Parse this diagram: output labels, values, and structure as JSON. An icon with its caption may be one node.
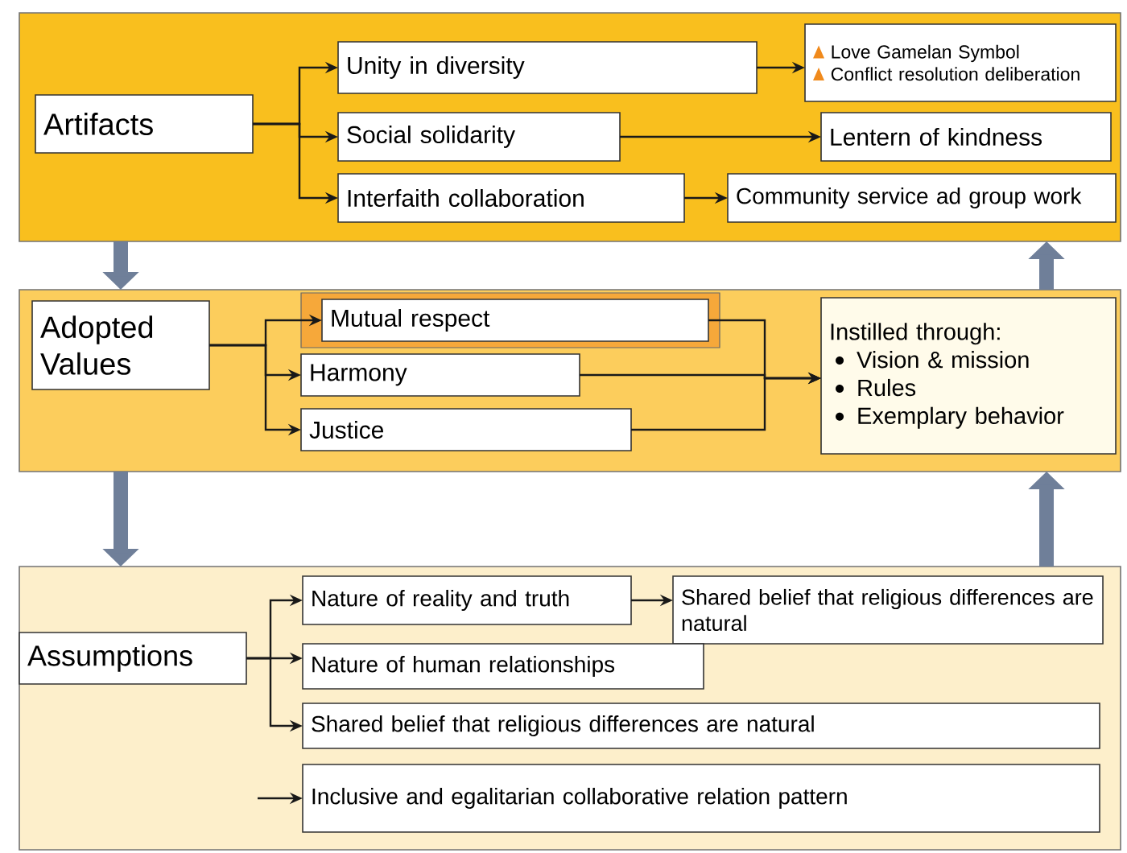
{
  "diagram": {
    "nodes": [
      {
        "text": [],
        "shape": "box"
      },
      {
        "text": [
          "Artifacts"
        ],
        "in": 0
      },
      {
        "text": [
          "Unity in diversity"
        ],
        "in": 0
      },
      {
        "text": [
          "Social solidarity"
        ],
        "in": 0
      },
      {
        "text": [
          "Interfaith collaboration"
        ],
        "in": 0
      },
      {
        "text": [
          "Love Gamelan Symbol",
          "Conflict resolution deliberation"
        ],
        "in": 0
      },
      {
        "text": [
          "Lentern of kindness"
        ],
        "in": 0
      },
      {
        "text": [
          "Community service ad group work"
        ],
        "in": 0
      },
      {
        "text": [],
        "shape": "box"
      },
      {
        "text": [
          "Adopted Values"
        ],
        "in": 8
      },
      {
        "text": [
          "Mutual respect"
        ],
        "in": 8
      },
      {
        "text": [
          "Harmony"
        ],
        "in": 8
      },
      {
        "text": [
          "Justice"
        ],
        "in": 8
      },
      {
        "text": [
          "Instilled through:",
          "Vision & mission",
          "Rules",
          "Exemplary behavior"
        ],
        "in": 8
      },
      {
        "text": [],
        "shape": "box"
      },
      {
        "text": [
          "Assumptions"
        ],
        "in": 14
      },
      {
        "text": [
          "Nature of reality and truth"
        ],
        "in": 14
      },
      {
        "text": [
          "Shared belief that religious differences are natural"
        ],
        "in": 14
      },
      {
        "text": [
          "Nature of human relationships"
        ],
        "in": 14
      },
      {
        "text": [
          "Shared belief that religious differences are natural"
        ],
        "in": 14
      },
      {
        "text": [
          "Inclusive and egalitarian collaborative relation pattern"
        ],
        "in": 14
      }
    ],
    "edges": [
      {
        "from": 1,
        "to": 2,
        "arrow": "to"
      },
      {
        "from": 1,
        "to": 3,
        "arrow": "to"
      },
      {
        "from": 1,
        "to": 4,
        "arrow": "to"
      },
      {
        "from": 2,
        "to": 5,
        "arrow": "to"
      },
      {
        "from": 3,
        "to": 6,
        "arrow": "to"
      },
      {
        "from": 4,
        "to": 7,
        "arrow": "to"
      },
      {
        "from": 9,
        "to": 10,
        "arrow": "to"
      },
      {
        "from": 9,
        "to": 11,
        "arrow": "to"
      },
      {
        "from": 9,
        "to": 12,
        "arrow": "to"
      },
      {
        "from": 10,
        "to": 13,
        "arrow": "to"
      },
      {
        "from": 11,
        "to": 13,
        "arrow": "to"
      },
      {
        "from": 12,
        "to": 13,
        "arrow": "to"
      },
      {
        "from": 15,
        "to": 16,
        "arrow": "to"
      },
      {
        "from": 15,
        "to": 18,
        "arrow": "to"
      },
      {
        "from": 15,
        "to": 19,
        "arrow": "to"
      },
      {
        "from": 16,
        "to": 17,
        "arrow": "to"
      },
      {
        "from": null,
        "to": 20,
        "arrow": "to"
      },
      {
        "from": 0,
        "to": 8,
        "arrow": "to",
        "style": "thick",
        "color": "#6f7f99"
      },
      {
        "from": 8,
        "to": 14,
        "arrow": "to",
        "style": "thick",
        "color": "#6f7f99"
      },
      {
        "from": 14,
        "to": 8,
        "arrow": "to",
        "style": "thick",
        "color": "#6f7f99"
      },
      {
        "from": 8,
        "to": 0,
        "arrow": "to",
        "style": "thick",
        "color": "#6f7f99"
      }
    ]
  }
}
